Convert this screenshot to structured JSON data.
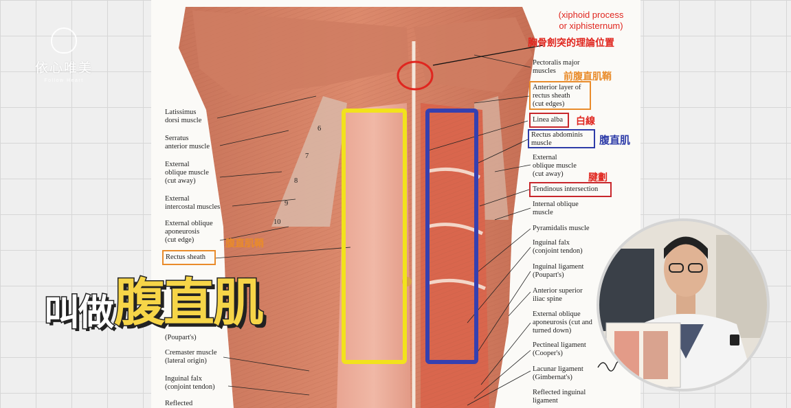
{
  "channel": {
    "name": "依心唯美",
    "tagline": "Follow Heart"
  },
  "caption": {
    "prefix": "叫做",
    "highlight": "腹直肌"
  },
  "annotations": {
    "xiphoid_en": "(xiphoid process\nor xiphisternum)",
    "xiphoid_zh": "胸骨劍突的理論位置",
    "anterior_sheath_zh": "前腹直肌鞘",
    "linea_alba_zh": "白線",
    "rectus_zh": "腹直肌",
    "tendinous_zh": "腱劃",
    "rectus_sheath_zh": "腹直肌鞘"
  },
  "labels_left": {
    "latissimus": "Latissimus\ndorsi muscle",
    "serratus": "Serratus\nanterior muscle",
    "ext_oblique": "External\noblique muscle\n(cut away)",
    "ext_intercostal": "External\nintercostal muscles",
    "ext_oblique_apo": "External oblique\naponeurosis\n(cut edge)",
    "rectus_sheath": "Rectus sheath",
    "poupart": "(Poupart's)",
    "cremaster": "Cremaster muscle\n(lateral origin)",
    "inguinal_falx": "Inguinal falx\n(conjoint tendon)",
    "reflected": "Reflected"
  },
  "labels_right": {
    "pectoralis": "Pectoralis major\nmuscles",
    "anterior_sheath": "Anterior layer of\nrectus sheath\n(cut edges)",
    "linea_alba": "Linea alba",
    "rectus": "Rectus abdominis\nmuscle",
    "ext_oblique": "External\noblique muscle\n(cut away)",
    "tendinous": "Tendinous intersection",
    "int_oblique": "Internal oblique\nmuscle",
    "pyramidalis": "Pyramidalis muscle",
    "inguinal_falx": "Inguinal falx\n(conjoint tendon)",
    "inguinal_lig": "Inguinal ligament\n(Poupart's)",
    "asis": "Anterior superior\niliac spine",
    "ext_oblique_apo": "External oblique\naponeurosis (cut and\nturned down)",
    "pectineal": "Pectineal ligament\n(Cooper's)",
    "lacunar": "Lacunar ligament\n(Gimbernat's)",
    "reflected_ing": "Reflected inguinal\nligament"
  },
  "rib_numbers": [
    "6",
    "7",
    "8",
    "9",
    "10"
  ],
  "colors": {
    "yellow_box": "#f2e21c",
    "blue_box": "#3540b0",
    "annotation_red": "#e0261f",
    "annotation_orange": "#e98b2a",
    "caption_yellow": "#f6d548"
  }
}
